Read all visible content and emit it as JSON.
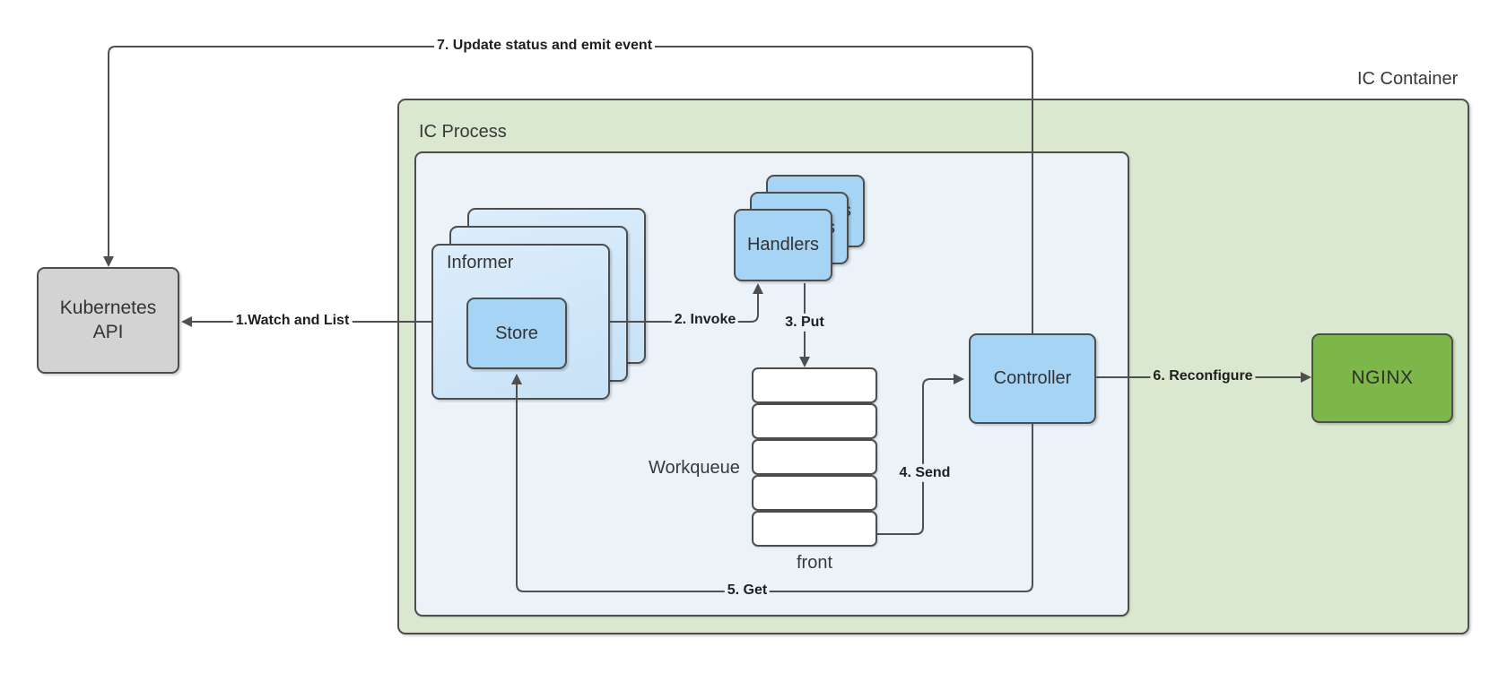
{
  "containers": {
    "ic_container": {
      "label": "IC Container"
    },
    "ic_process": {
      "label": "IC Process"
    }
  },
  "nodes": {
    "kubernetes_api": {
      "line1": "Kubernetes",
      "line2": "API"
    },
    "informer": {
      "label": "Informer"
    },
    "store": {
      "label": "Store"
    },
    "handlers": {
      "label": "Handlers"
    },
    "workqueue": {
      "label": "Workqueue",
      "front_label": "front",
      "cell_count": 5
    },
    "controller": {
      "label": "Controller"
    },
    "nginx": {
      "label": "NGINX"
    }
  },
  "edges": {
    "watch_and_list": {
      "label": "1.Watch and List"
    },
    "invoke": {
      "label": "2. Invoke"
    },
    "put": {
      "label": "3. Put"
    },
    "send": {
      "label": "4. Send"
    },
    "get": {
      "label": "5. Get"
    },
    "reconfigure": {
      "label": "6. Reconfigure"
    },
    "update_status": {
      "label": "7. Update status and emit event"
    }
  },
  "colors": {
    "container_fill": "#d9e8cf",
    "process_fill": "#ebf3f9",
    "informer_fill": "#cde6f8",
    "node_blue_fill": "#a6d4f4",
    "nginx_fill": "#7db74a",
    "api_fill": "#d3d3d3",
    "queue_cell_fill": "#ffffff",
    "border": "#4d4d4d",
    "line": "#4f4f4f",
    "text": "#333333"
  }
}
